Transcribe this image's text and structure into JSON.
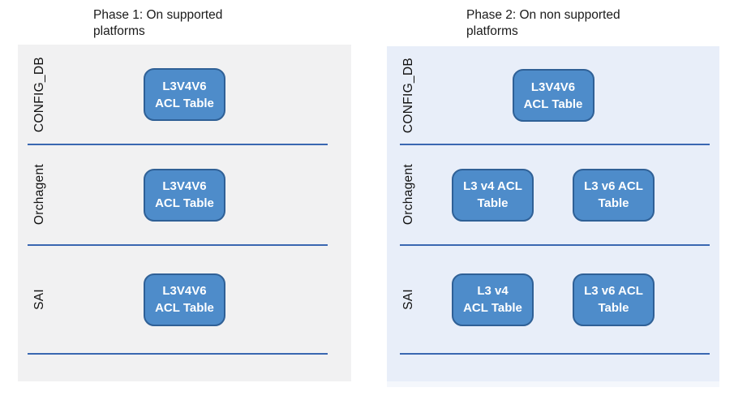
{
  "colors": {
    "box_fill": "#4e8cca",
    "box_border": "#2f6096",
    "divider": "#3a67b1",
    "panel1_bg": "#f1f1f2",
    "panel2_bg": "#e8eef9"
  },
  "panels": [
    {
      "title": "Phase 1: On supported\nplatforms",
      "rows": [
        {
          "label": "CONFIG_DB",
          "boxes": [
            {
              "text": "L3V4V6\nACL Table"
            }
          ]
        },
        {
          "label": "Orchagent",
          "boxes": [
            {
              "text": "L3V4V6\nACL Table"
            }
          ]
        },
        {
          "label": "SAI",
          "boxes": [
            {
              "text": "L3V4V6\nACL Table"
            }
          ]
        }
      ]
    },
    {
      "title": "Phase 2: On non supported\nplatforms",
      "rows": [
        {
          "label": "CONFIG_DB",
          "boxes": [
            {
              "text": "L3V4V6\nACL Table"
            }
          ]
        },
        {
          "label": "Orchagent",
          "boxes": [
            {
              "text": "L3 v4 ACL\nTable"
            },
            {
              "text": "L3 v6 ACL\nTable"
            }
          ]
        },
        {
          "label": "SAI",
          "boxes": [
            {
              "text": "L3 v4\nACL Table"
            },
            {
              "text": "L3 v6 ACL\nTable"
            }
          ]
        }
      ]
    }
  ]
}
